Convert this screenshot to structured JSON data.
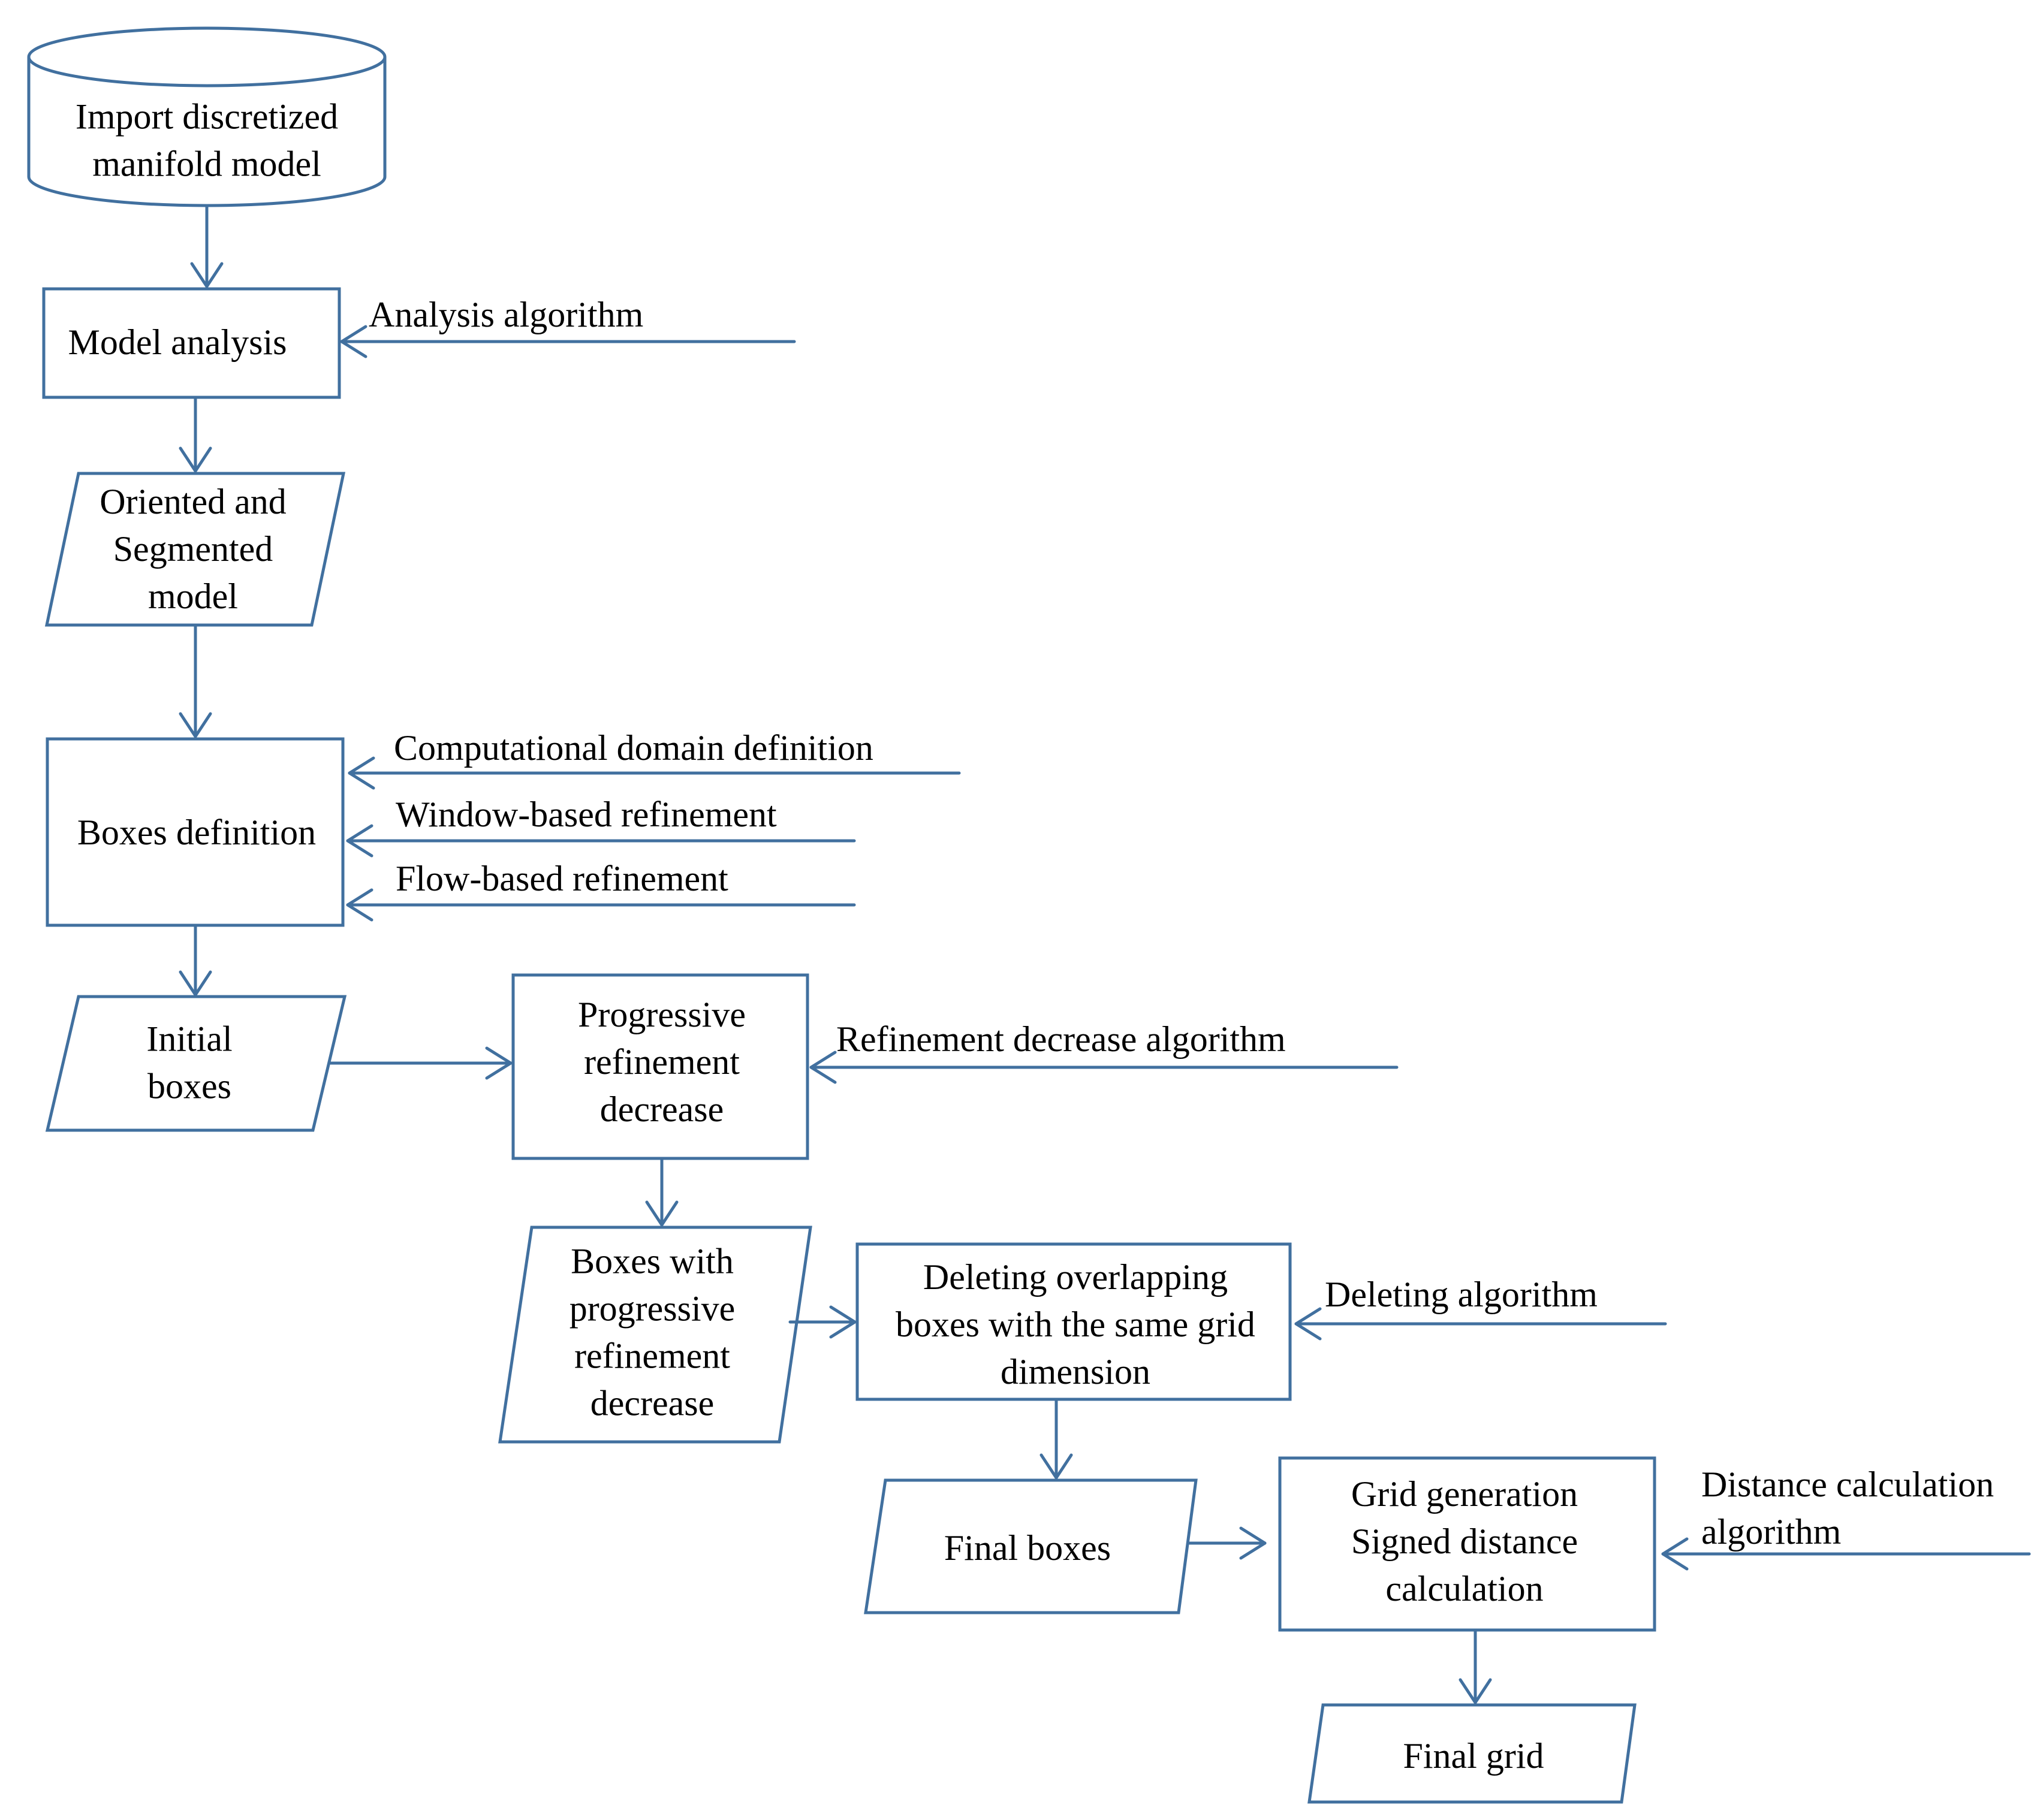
{
  "nodes": {
    "import_model": {
      "lines": [
        "Import discretized",
        "manifold model"
      ]
    },
    "model_analysis": {
      "lines": [
        "Model analysis"
      ]
    },
    "oriented_model": {
      "lines": [
        "Oriented and",
        "Segmented",
        "model"
      ]
    },
    "boxes_definition": {
      "lines": [
        "Boxes definition"
      ]
    },
    "initial_boxes": {
      "lines": [
        "Initial",
        "boxes"
      ]
    },
    "progressive_refinement": {
      "lines": [
        "Progressive",
        "refinement",
        "decrease"
      ]
    },
    "boxes_with_refinement": {
      "lines": [
        "Boxes with",
        "progressive",
        "refinement",
        "decrease"
      ]
    },
    "deleting_overlapping": {
      "lines": [
        "Deleting overlapping",
        "boxes with the same grid",
        "dimension"
      ]
    },
    "final_boxes": {
      "lines": [
        "Final boxes"
      ]
    },
    "grid_generation": {
      "lines": [
        "Grid generation",
        "Signed distance",
        "calculation"
      ]
    },
    "final_grid": {
      "lines": [
        "Final grid"
      ]
    }
  },
  "inputs": {
    "analysis_algorithm": {
      "lines": [
        "Analysis algorithm"
      ]
    },
    "computational_domain": {
      "lines": [
        "Computational domain definition"
      ]
    },
    "window_refinement": {
      "lines": [
        "Window-based refinement"
      ]
    },
    "flow_refinement": {
      "lines": [
        "Flow-based refinement"
      ]
    },
    "refinement_decrease_algorithm": {
      "lines": [
        "Refinement decrease algorithm"
      ]
    },
    "deleting_algorithm": {
      "lines": [
        "Deleting algorithm"
      ]
    },
    "distance_algorithm": {
      "lines": [
        "Distance calculation",
        "algorithm"
      ]
    }
  },
  "colors": {
    "stroke": "#41709f",
    "text": "#000000",
    "background": "#ffffff"
  }
}
